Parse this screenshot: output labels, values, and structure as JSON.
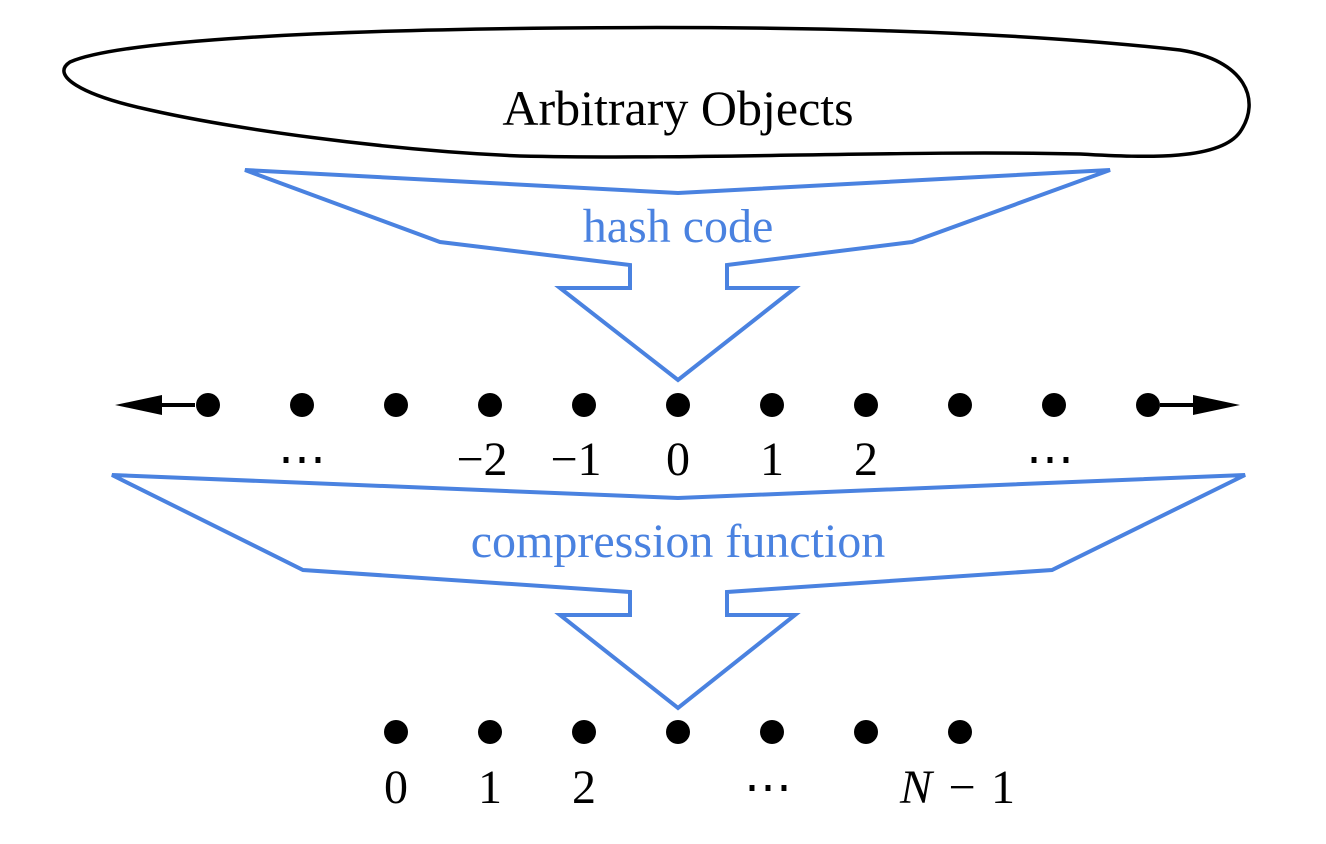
{
  "top_label": "Arbitrary Objects",
  "stage1_label": "hash code",
  "stage2_label": "compression function",
  "integer_line": {
    "labels": [
      "⋯",
      "−2",
      "−1",
      "0",
      "1",
      "2",
      "⋯"
    ]
  },
  "bucket_line": {
    "labels": [
      "0",
      "1",
      "2",
      "⋯",
      "N",
      "−",
      "1"
    ]
  },
  "colors": {
    "accent": "#4a82e0",
    "ink": "#000000"
  }
}
